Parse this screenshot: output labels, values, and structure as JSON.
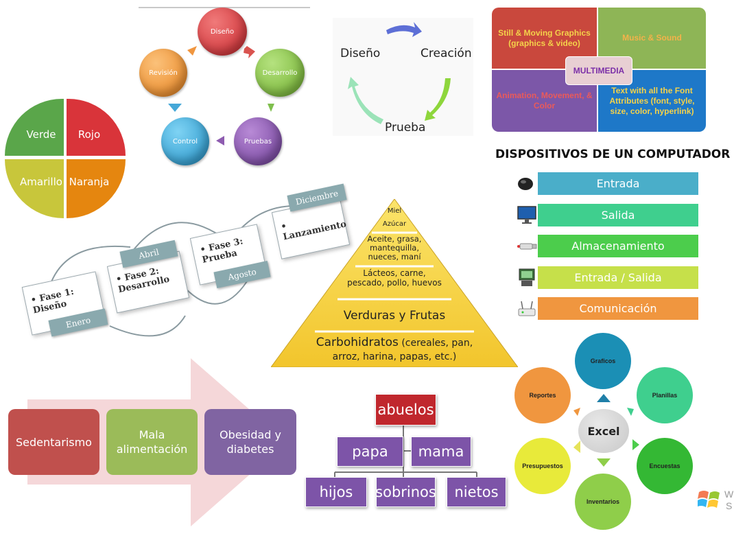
{
  "cycle1": {
    "nodes": [
      "Diseño",
      "Desarrollo",
      "Pruebas",
      "Control",
      "Revisión"
    ]
  },
  "cycle2": {
    "labels": [
      "Diseño",
      "Creación",
      "Prueba"
    ]
  },
  "multimedia": {
    "center": "MULTIMEDIA",
    "q1": "Still & Moving Graphics (graphics & video)",
    "q2": "Music & Sound",
    "q3": "Animation, Movement, & Color",
    "q4": "Text with all the Font Attributes (font, style, size, color, hyperlink)"
  },
  "circle": {
    "q1": "Verde",
    "q2": "Rojo",
    "q3": "Amarillo",
    "q4": "Naranja"
  },
  "devices": {
    "title": "DISPOSITIVOS DE UN COMPUTADOR",
    "items": [
      "Entrada",
      "Salida",
      "Almacenamiento",
      "Entrada / Salida",
      "Comunicación"
    ],
    "icons": [
      "mouse-icon",
      "monitor-icon",
      "usb-drive-icon",
      "touchscreen-terminal-icon",
      "router-icon"
    ],
    "colors": [
      "#4aaec9",
      "#3fcf8e",
      "#4ccd4c",
      "#c6e04a",
      "#f0963f"
    ]
  },
  "timeline": {
    "phase1": "• Fase 1: Diseño",
    "phase2": "• Fase 2: Desarrollo",
    "phase3": "• Fase 3: Prueba",
    "launch": "• Lanzamiento",
    "months": [
      "Enero",
      "Abril",
      "Agosto",
      "Diciembre"
    ]
  },
  "pyramid": {
    "levels": [
      "Miel",
      "Azúcar",
      "Aceite, grasa, mantequilla, nueces, maní",
      "Lácteos, carne, pescado, pollo, huevos",
      "Verduras y Frutas",
      "Carbohidratos",
      "(cereales, pan, arroz, harina, papas, etc.)"
    ]
  },
  "chevron": {
    "items": [
      "Sedentarismo",
      "Mala alimentación",
      "Obesidad y diabetes"
    ]
  },
  "family": {
    "root": "abuelos",
    "level2": [
      "papa",
      "mama"
    ],
    "level3": [
      "hijos",
      "sobrinos",
      "nietos"
    ]
  },
  "excel": {
    "center": "Excel",
    "nodes": [
      "Graficos",
      "Planillas",
      "Encuestas",
      "Inventarios",
      "Presupuestos",
      "Reportes"
    ]
  },
  "watermark": {
    "line1": "W",
    "line2": "S"
  }
}
